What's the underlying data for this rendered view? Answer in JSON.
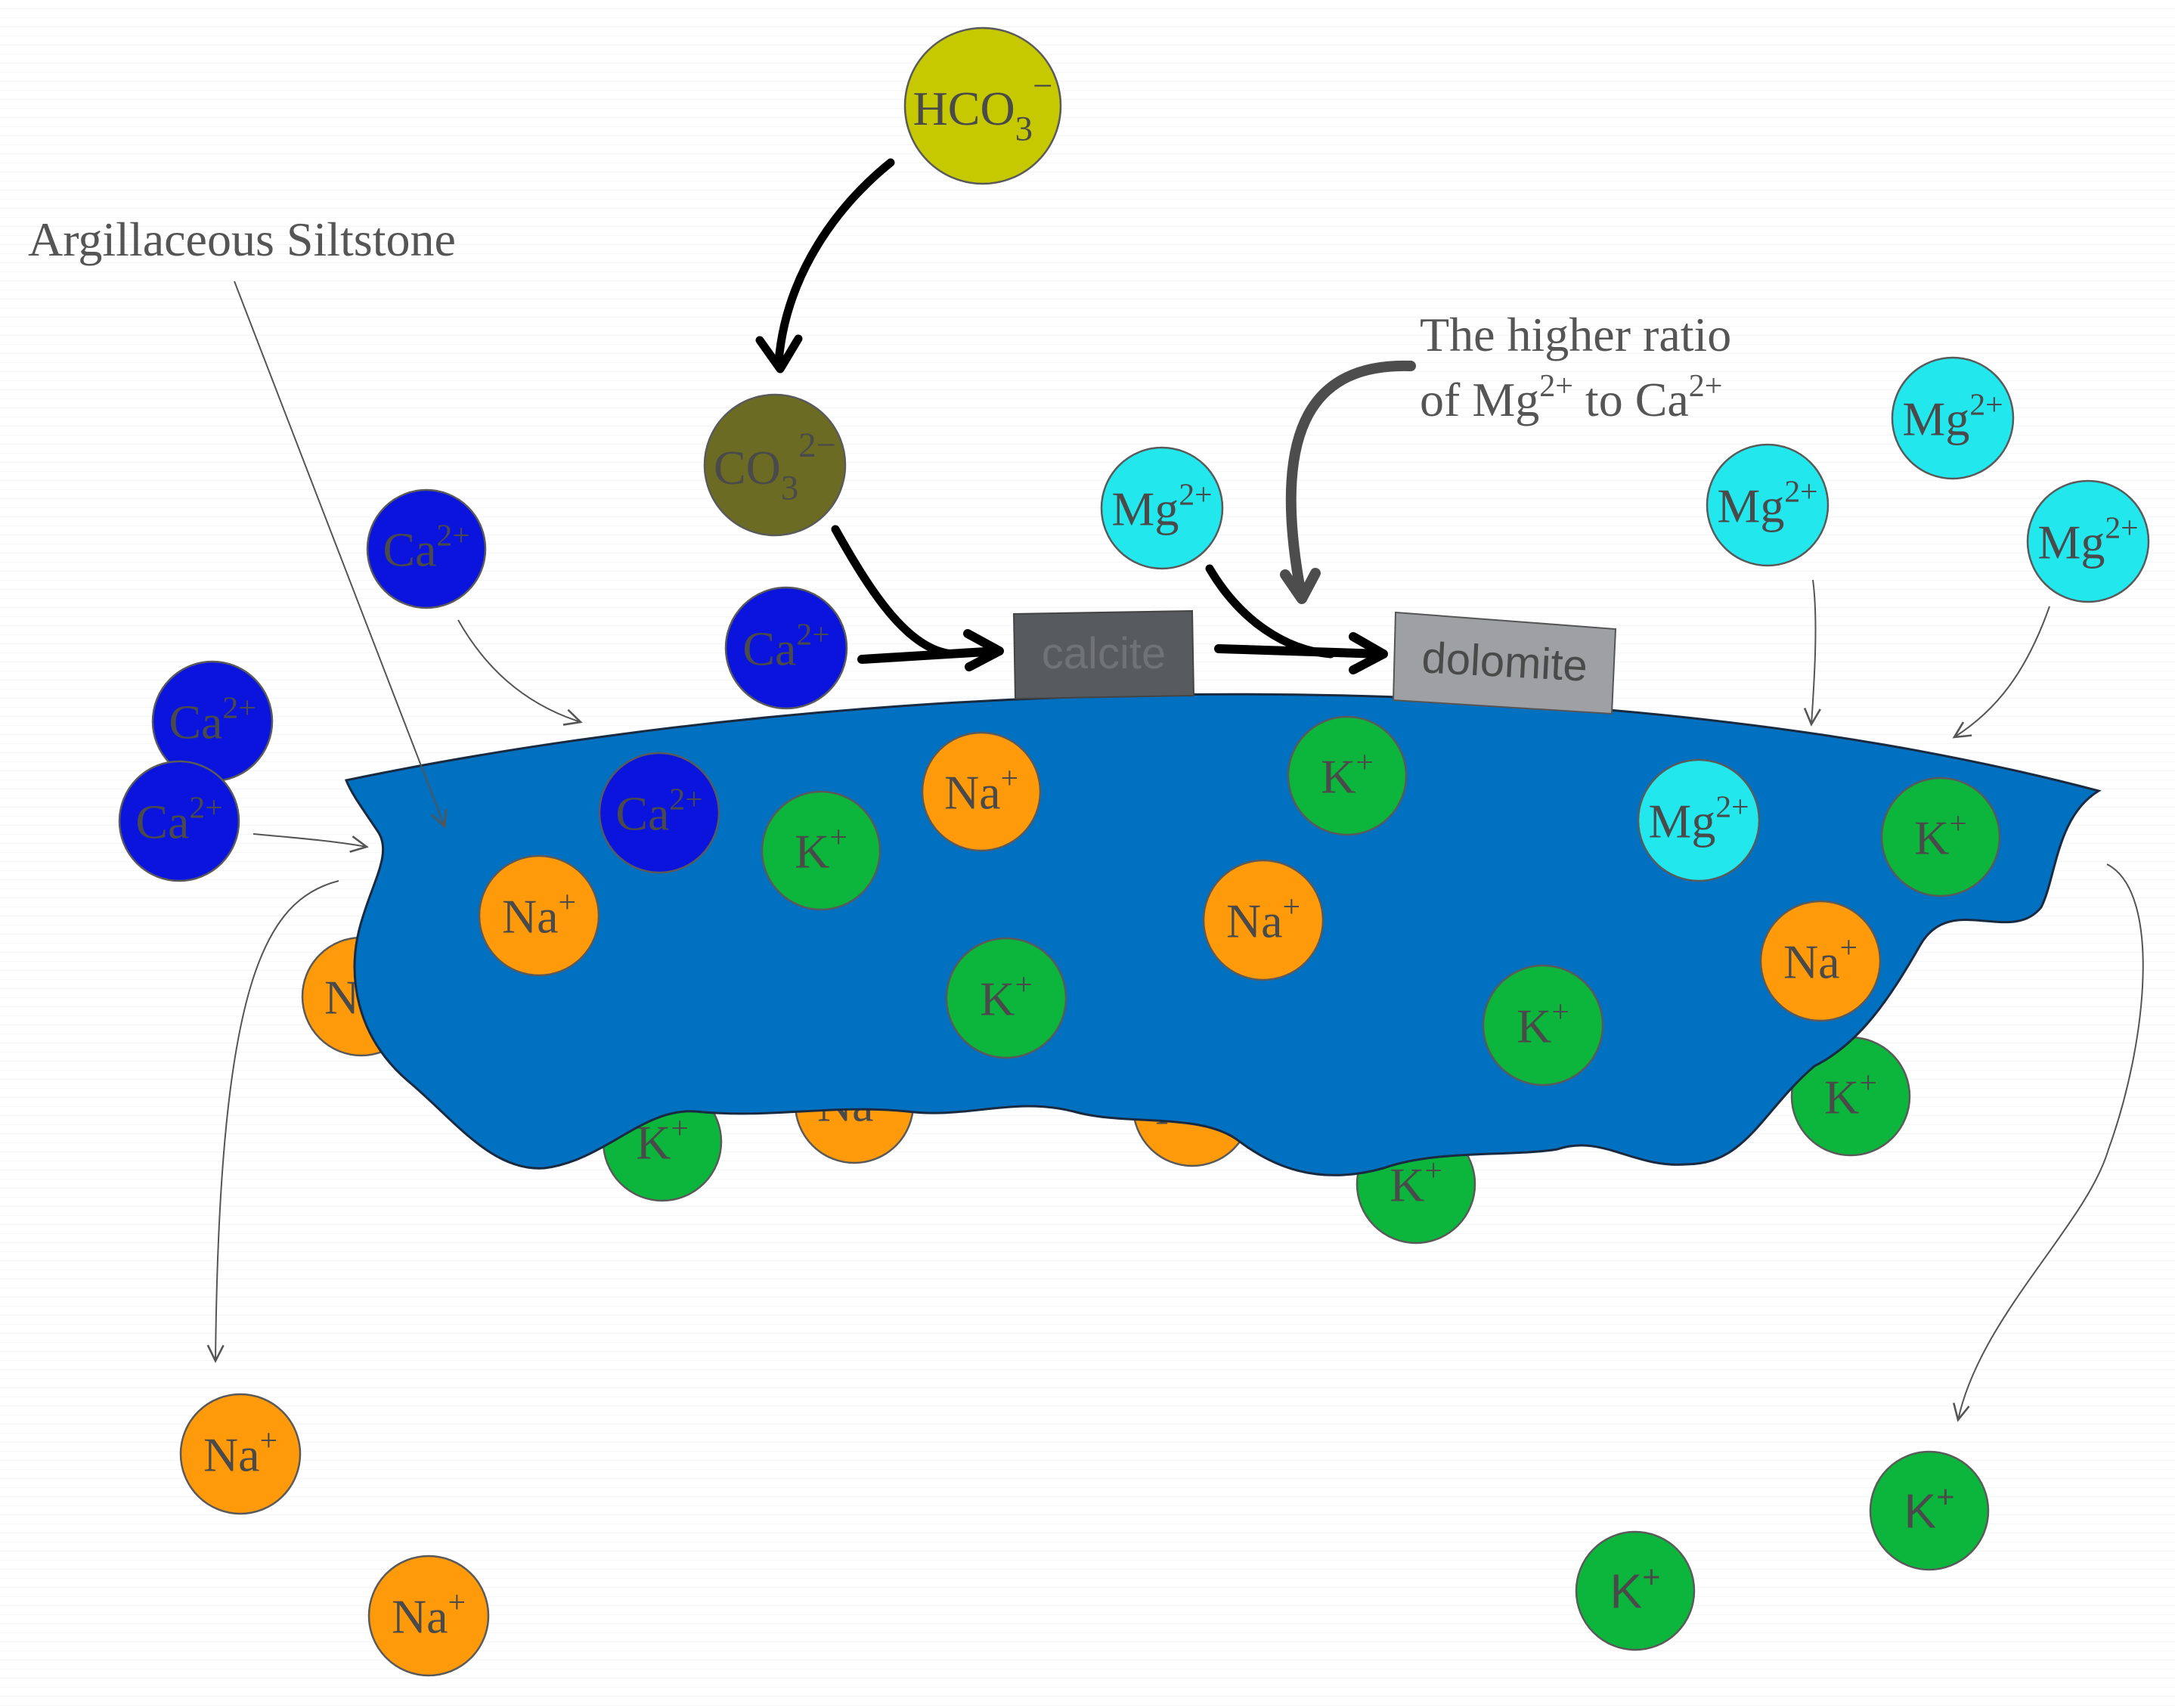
{
  "labels": {
    "rock": "Argillaceous Siltstone",
    "ratio_line1": "The higher ratio",
    "ratio_line2_prefix": "of Mg",
    "ratio_line2_mid": " to Ca",
    "ratio_sup": "2+"
  },
  "minerals": {
    "calcite": "calcite",
    "dolomite": "dolomite"
  },
  "ions": {
    "hco3": {
      "text": "HCO",
      "sub": "3",
      "sup": "−"
    },
    "co3": {
      "text": "CO",
      "sub": "3",
      "sup": "2−"
    },
    "ca": {
      "text": "Ca",
      "sup": "2+"
    },
    "mg": {
      "text": "Mg",
      "sup": "2+"
    },
    "na": {
      "text": "Na",
      "sup": "+"
    },
    "k": {
      "text": "K",
      "sup": "+"
    }
  },
  "colors": {
    "rock_fill": "#0070c0",
    "ca": "#0a14dc",
    "mg": "#22e8ee",
    "na": "#ff9a0a",
    "k": "#0cb53c",
    "hco3": "#c6c800",
    "co3": "#6b6b24",
    "calcite": "#575a5e",
    "dolomite": "#9ea0a4"
  }
}
